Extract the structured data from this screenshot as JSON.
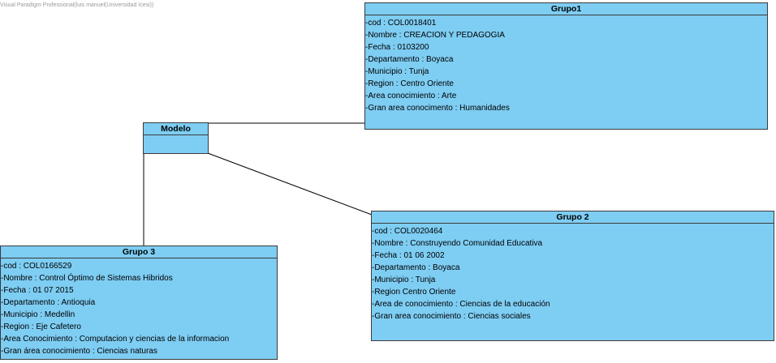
{
  "watermark": "Visual Paradigm Professional(luis manuel(Universidad Icesi))",
  "colors": {
    "class_fill": "#7ecdf3",
    "border": "#3a3a3a",
    "line": "#000000"
  },
  "classes": {
    "grupo1": {
      "name": "Grupo1",
      "attributes": [
        "-cod : COL0018401",
        "-Nombre : CREACION Y PEDAGOGIA",
        "-Fecha : 0103200",
        "-Departamento : Boyaca",
        "-Municipio : Tunja",
        "-Region : Centro Oriente",
        "-Area conocimiento : Arte",
        "-Gran area conocimento : Humanidades"
      ]
    },
    "modelo": {
      "name": "Modelo",
      "attributes": []
    },
    "grupo2": {
      "name": "Grupo 2",
      "attributes": [
        "-cod : COL0020464",
        "-Nombre : Construyendo Comunidad Educativa",
        "-Fecha : 01 06 2002",
        "-Departamento : Boyaca",
        "-Municipio : Tunja",
        "-Region Centro Oriente",
        "-Area de conocimiento : Ciencias de la educación",
        "-Gran area conocimiento : Ciencias sociales"
      ]
    },
    "grupo3": {
      "name": "Grupo 3",
      "attributes": [
        "-cod : COL0166529",
        "-Nombre : Control Óptimo de Sistemas Hibridos",
        "-Fecha : 01 07 2015",
        "-Departamento : Antioquia",
        "-Municipio : Medellin",
        "-Region : Eje Cafetero",
        "-Area Conocimiento : Computacion y ciencias de la informacion",
        "-Gran área conocimiento : Ciencias naturas"
      ]
    }
  }
}
